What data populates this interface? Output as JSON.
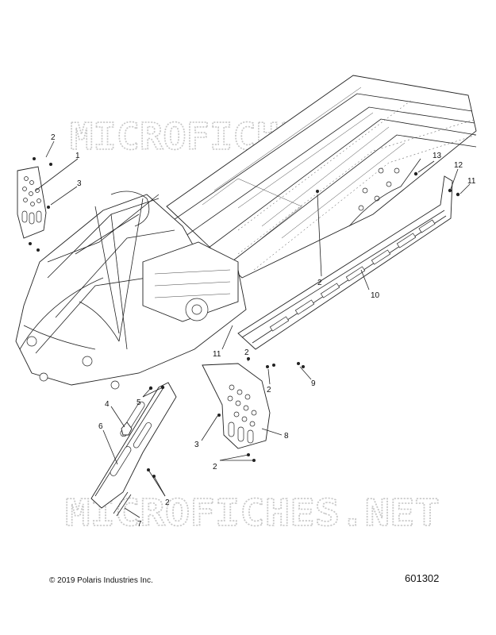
{
  "watermark": {
    "text_top": "MICROFICHES.NET",
    "text_bottom": "MICROFICHES.NET"
  },
  "callouts": [
    {
      "id": "c2a",
      "label": "2"
    },
    {
      "id": "c1",
      "label": "1"
    },
    {
      "id": "c3a",
      "label": "3"
    },
    {
      "id": "c13",
      "label": "13"
    },
    {
      "id": "c12",
      "label": "12"
    },
    {
      "id": "c11a",
      "label": "11"
    },
    {
      "id": "c2b",
      "label": "2"
    },
    {
      "id": "c10",
      "label": "10"
    },
    {
      "id": "c11b",
      "label": "11"
    },
    {
      "id": "c2c",
      "label": "2"
    },
    {
      "id": "c2d",
      "label": "2"
    },
    {
      "id": "c9",
      "label": "9"
    },
    {
      "id": "c5",
      "label": "5"
    },
    {
      "id": "c4",
      "label": "4"
    },
    {
      "id": "c6",
      "label": "6"
    },
    {
      "id": "c3b",
      "label": "3"
    },
    {
      "id": "c8",
      "label": "8"
    },
    {
      "id": "c2e",
      "label": "2"
    },
    {
      "id": "c2f",
      "label": "2"
    },
    {
      "id": "c7",
      "label": "7"
    }
  ],
  "footer": {
    "copyright": "© 2019 Polaris Industries Inc.",
    "figure_number": "601302"
  }
}
